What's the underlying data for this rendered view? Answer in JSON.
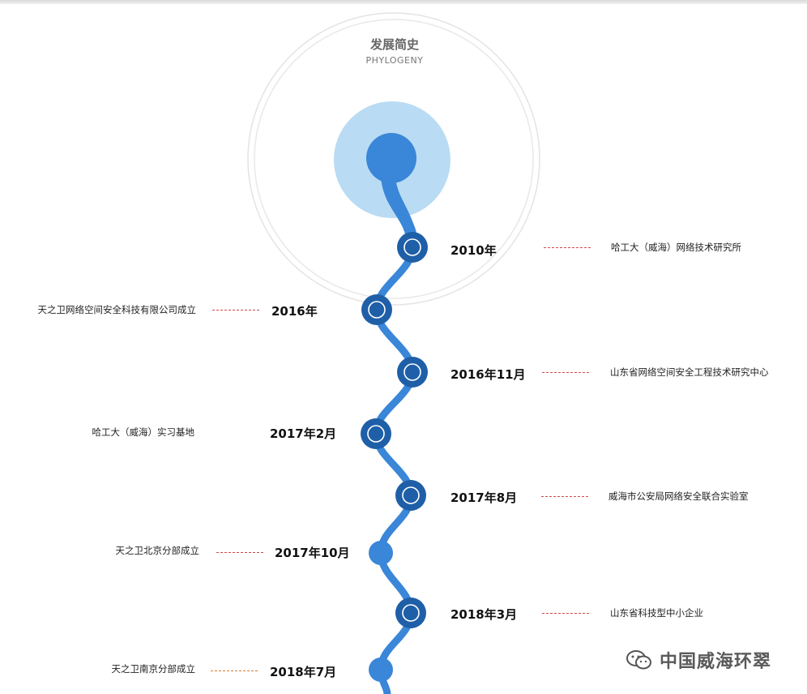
{
  "header": {
    "title": "发展简史",
    "subtitle": "PHYLOGENY"
  },
  "colors": {
    "primary": "#3a86d8",
    "dark": "#1f5fa8",
    "halo": "#b9dbf3",
    "dash": "#d04a4a",
    "dash_alt": "#e07a2c"
  },
  "timeline": [
    {
      "date": "2010年",
      "event": "哈工大（威海）网络技术研究所",
      "side": "right",
      "node": "ring"
    },
    {
      "date": "2016年",
      "event": "天之卫网络空间安全科技有限公司成立",
      "side": "left",
      "node": "ring"
    },
    {
      "date": "2016年11月",
      "event": "山东省网络空间安全工程技术研究中心",
      "side": "right",
      "node": "ring"
    },
    {
      "date": "2017年2月",
      "event": "哈工大（威海）实习基地",
      "side": "left",
      "node": "ring"
    },
    {
      "date": "2017年8月",
      "event": "威海市公安局网络安全联合实验室",
      "side": "right",
      "node": "ring"
    },
    {
      "date": "2017年10月",
      "event": "天之卫北京分部成立",
      "side": "left",
      "node": "plain"
    },
    {
      "date": "2018年3月",
      "event": "山东省科技型中小企业",
      "side": "right",
      "node": "ring"
    },
    {
      "date": "2018年7月",
      "event": "天之卫南京分部成立",
      "side": "left",
      "node": "plain"
    }
  ],
  "watermark": {
    "text": "中国威海环翠",
    "icon": "wechat-icon"
  }
}
